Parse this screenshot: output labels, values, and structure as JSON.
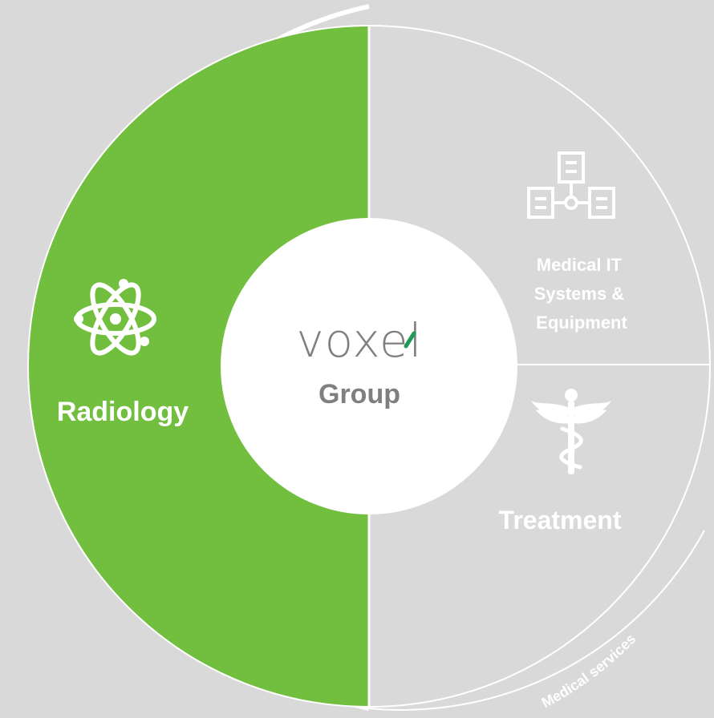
{
  "colors": {
    "background": "#d9d9d9",
    "radiology": "#72bf3f",
    "segment_gray": "#d9d9d9",
    "divider": "#ffffff",
    "center": "#ffffff",
    "center_text": "#7f7f7f",
    "logo_accent": "#1f9a55"
  },
  "center": {
    "logo_text": "voxel",
    "subtitle": "Group"
  },
  "segments": {
    "radiology": {
      "label": "Radiology",
      "icon": "atom-icon"
    },
    "it": {
      "label_lines": [
        "Medical IT",
        "Systems &",
        "Equipment"
      ],
      "icon": "network-icon"
    },
    "treatment": {
      "label": "Treatment",
      "icon": "caduceus-icon"
    }
  },
  "ring_label": "Medical services"
}
